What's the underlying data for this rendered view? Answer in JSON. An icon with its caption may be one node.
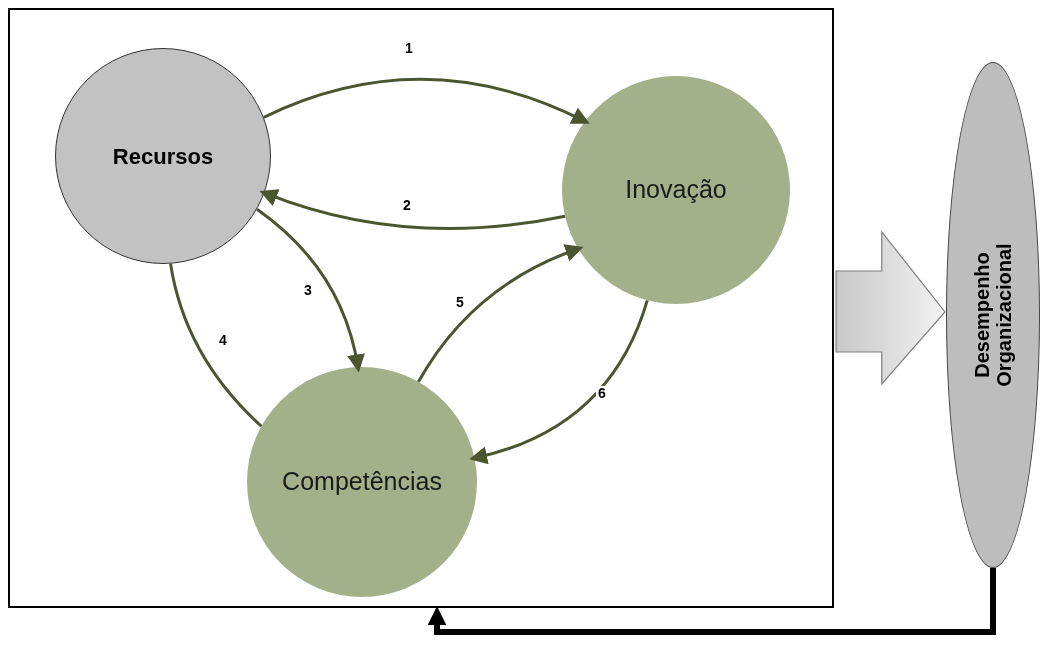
{
  "diagram": {
    "nodes": [
      {
        "text": [],
        "shape": "box"
      },
      {
        "text": [
          "Recursos"
        ],
        "in": 0
      },
      {
        "text": [
          "Inovação"
        ],
        "in": 0
      },
      {
        "text": [
          "Competências"
        ],
        "in": 0
      },
      {
        "text": [
          "Desempenho Organizacional"
        ]
      }
    ],
    "edges": [
      {
        "from": 1,
        "to": 2,
        "arrow": "to",
        "label": "1"
      },
      {
        "from": 2,
        "to": 1,
        "arrow": "to",
        "label": "2"
      },
      {
        "from": 1,
        "to": 3,
        "arrow": "to",
        "label": "3"
      },
      {
        "from": 1,
        "to": 3,
        "arrow": "none",
        "label": "4"
      },
      {
        "from": 3,
        "to": 2,
        "arrow": "to",
        "label": "5"
      },
      {
        "from": 2,
        "to": 3,
        "arrow": "to",
        "label": "6"
      },
      {
        "from": 0,
        "to": 4,
        "arrow": "to",
        "style": "thick",
        "color": "#7f7f7f"
      },
      {
        "from": 4,
        "to": 0,
        "arrow": "to",
        "style": "thick",
        "color": "#000000"
      }
    ]
  }
}
